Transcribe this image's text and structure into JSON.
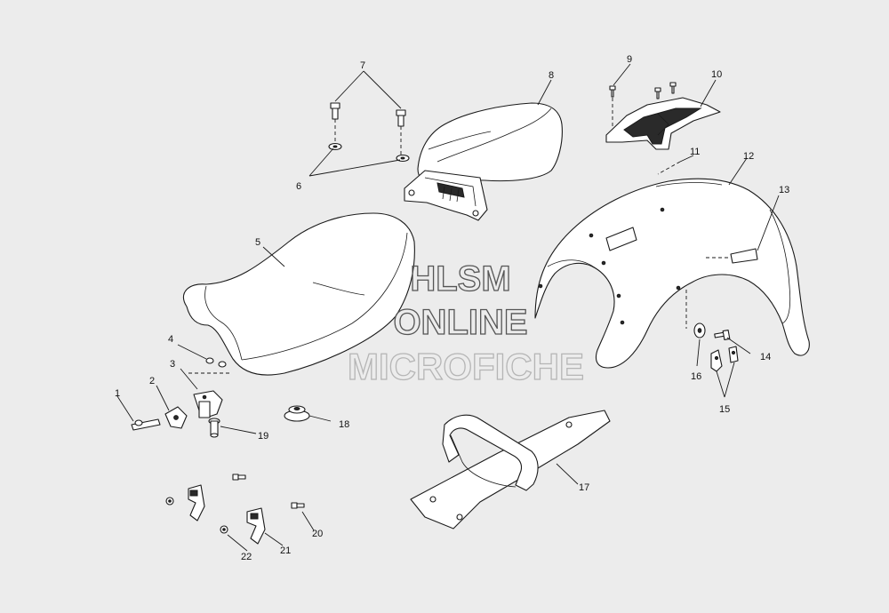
{
  "watermark": {
    "line1": "HLSM",
    "line2": "ONLINE",
    "line3": "MICROFICHE"
  },
  "callouts": {
    "c1": "1",
    "c2": "2",
    "c3": "3",
    "c4": "4",
    "c5": "5",
    "c6": "6",
    "c7": "7",
    "c8": "8",
    "c9": "9",
    "c10": "10",
    "c11": "11",
    "c12": "12",
    "c13": "13",
    "c14": "14",
    "c15": "15",
    "c16": "16",
    "c17": "17",
    "c18": "18",
    "c19": "19",
    "c20": "20",
    "c21": "21",
    "c22": "22"
  }
}
